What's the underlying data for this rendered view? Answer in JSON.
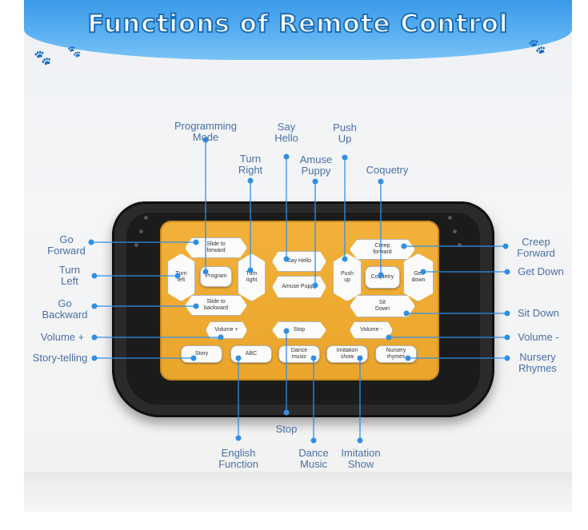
{
  "title": "Functions of Remote Control",
  "buttons": {
    "slide_forward": "Slide to\nforward",
    "turn_left": "Turn\nleft",
    "program": "Program",
    "turn_right": "Turn\nright",
    "slide_backward": "Slide to\nbackward",
    "say_hello": "Say Hello",
    "amuse_puppy": "Amuse Puppy",
    "creep_forward": "Creep\nforward",
    "push_up": "Push\nup",
    "coquetry": "Coquetry",
    "get_down": "Get\ndown",
    "sit_down": "Sit\nDown",
    "volume_up": "Volume +",
    "stop": "Stop",
    "volume_down": "Volume -",
    "story": "Story",
    "abc": "ABC",
    "dance_music": "Dance\nmusic",
    "imitation_show": "Imitation\nshow",
    "nursery_rhymes": "Nursery\nrhymes"
  },
  "labels": {
    "programming_mode": "Programming\nMode",
    "say_hello": "Say\nHello",
    "push_up": "Push\nUp",
    "turn_right": "Turn\nRight",
    "amuse_puppy": "Amuse\nPuppy",
    "coquetry": "Coquetry",
    "go_forward": "Go\nForward",
    "turn_left": "Turn\nLeft",
    "go_backward": "Go\nBackward",
    "volume_plus": "Volume +",
    "story_telling": "Story-telling",
    "creep_forward": "Creep\nForward",
    "get_down": "Get Down",
    "sit_down": "Sit Down",
    "volume_minus": "Volume -",
    "nursery_rhymes": "Nursery\nRhymes",
    "stop": "Stop",
    "english_function": "English\nFunction",
    "dance_music": "Dance\nMusic",
    "imitation_show": "Imitation\nShow"
  },
  "colors": {
    "header": "#4aa6ee",
    "panel": "#eeab33",
    "remote": "#2a2a2a",
    "callout": "#2f8fe6",
    "label": "#4a6fa5"
  },
  "icons": [
    "paw-print-icon"
  ]
}
